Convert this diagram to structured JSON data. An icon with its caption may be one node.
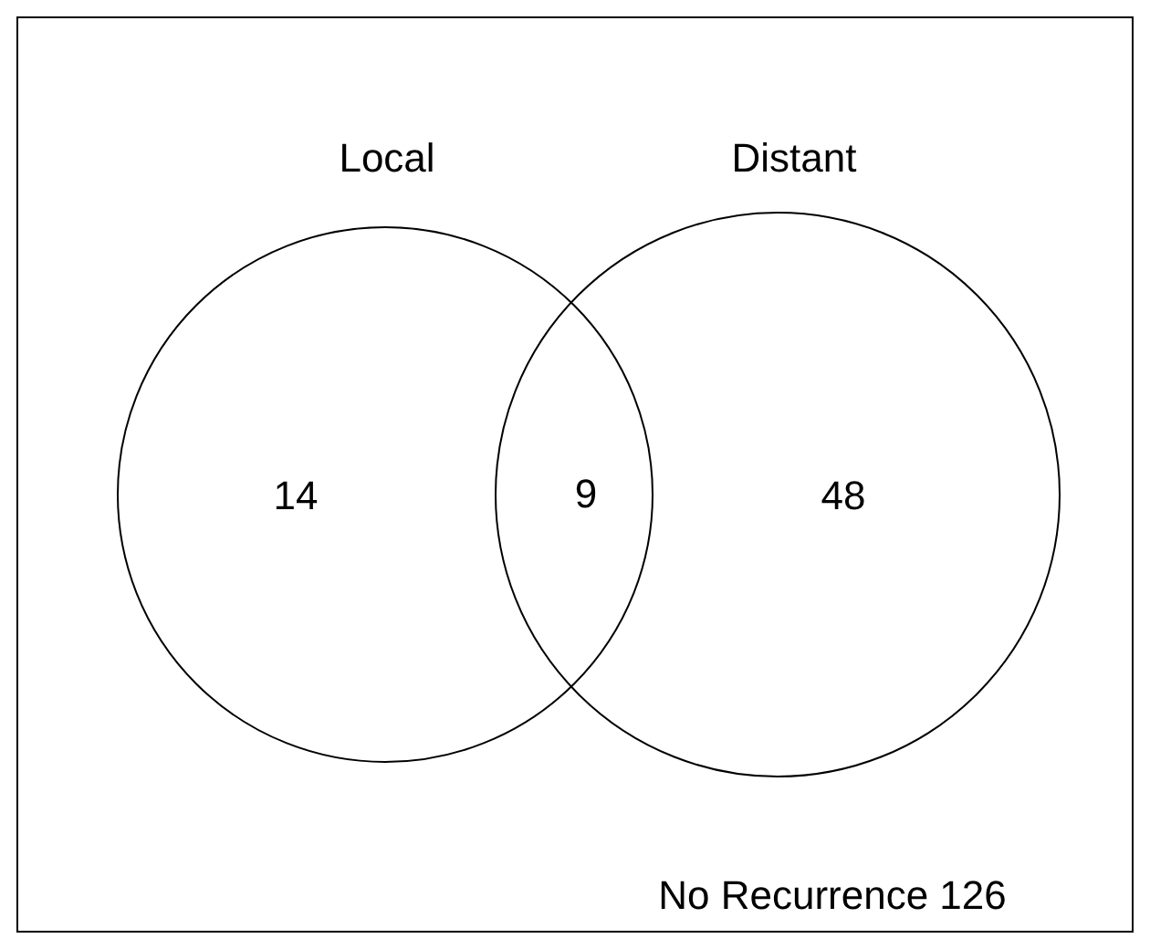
{
  "diagram": {
    "nodes": [
      {
        "text": [
          "No Recurrence 126"
        ]
      },
      {
        "text": [
          "Local",
          "14"
        ],
        "in": 0
      },
      {
        "text": [
          "Distant",
          "48"
        ],
        "in": 0
      }
    ],
    "labels": [
      "9"
    ]
  }
}
